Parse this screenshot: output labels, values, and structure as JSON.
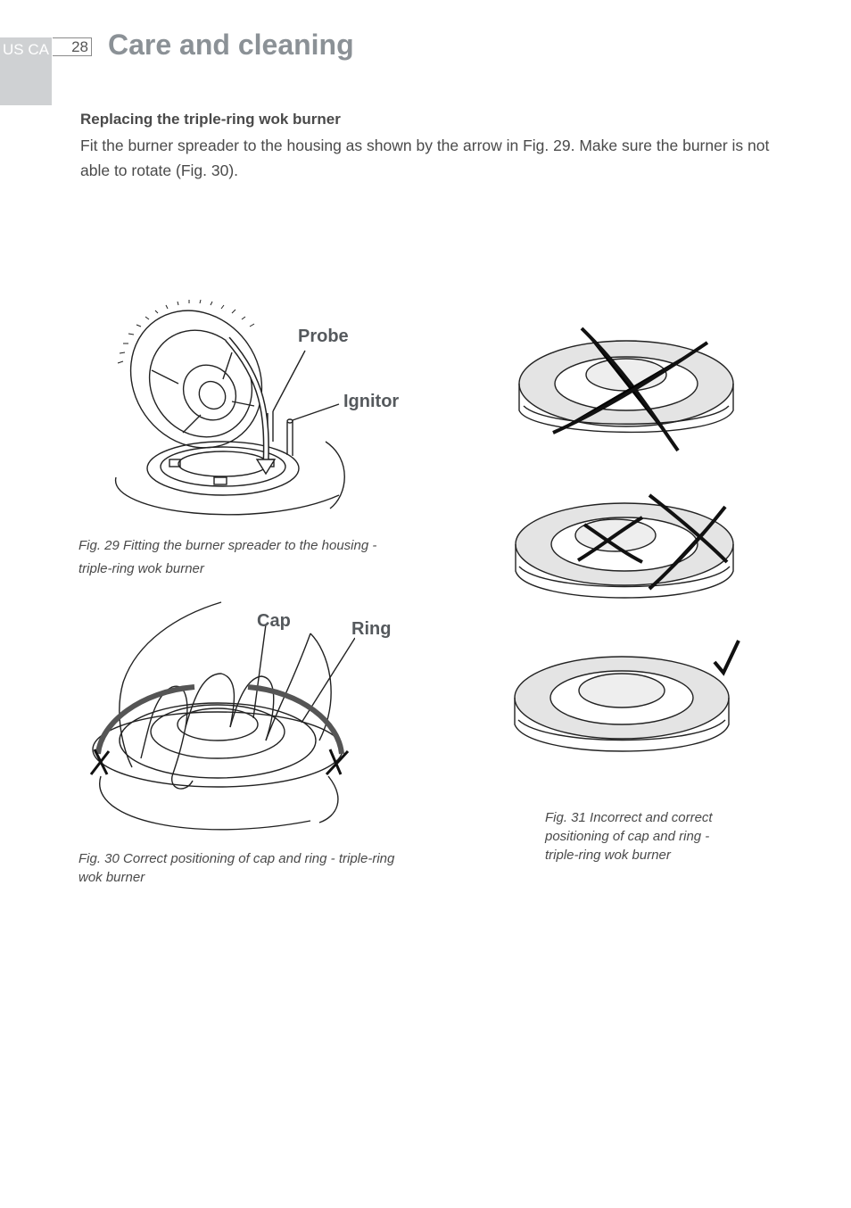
{
  "header": {
    "region": "US CA",
    "page_number": "28",
    "title": "Care and cleaning"
  },
  "section": {
    "heading": "Replacing the triple-ring wok burner",
    "body": "Fit the burner spreader to the housing as shown by the arrow in Fig. 29.  Make sure the burner is not able to rotate (Fig. 30)."
  },
  "fig29": {
    "label_probe": "Probe",
    "label_ignitor": "Ignitor",
    "caption": "Fig. 29 Fitting the burner spreader to the housing - triple-ring wok burner"
  },
  "fig30": {
    "label_cap": "Cap",
    "label_ring": "Ring",
    "caption": "Fig. 30 Correct positioning of cap and ring - triple-ring wok burner"
  },
  "fig31": {
    "caption": "Fig. 31 Incorrect and correct positioning of cap and ring - triple-ring wok burner"
  }
}
